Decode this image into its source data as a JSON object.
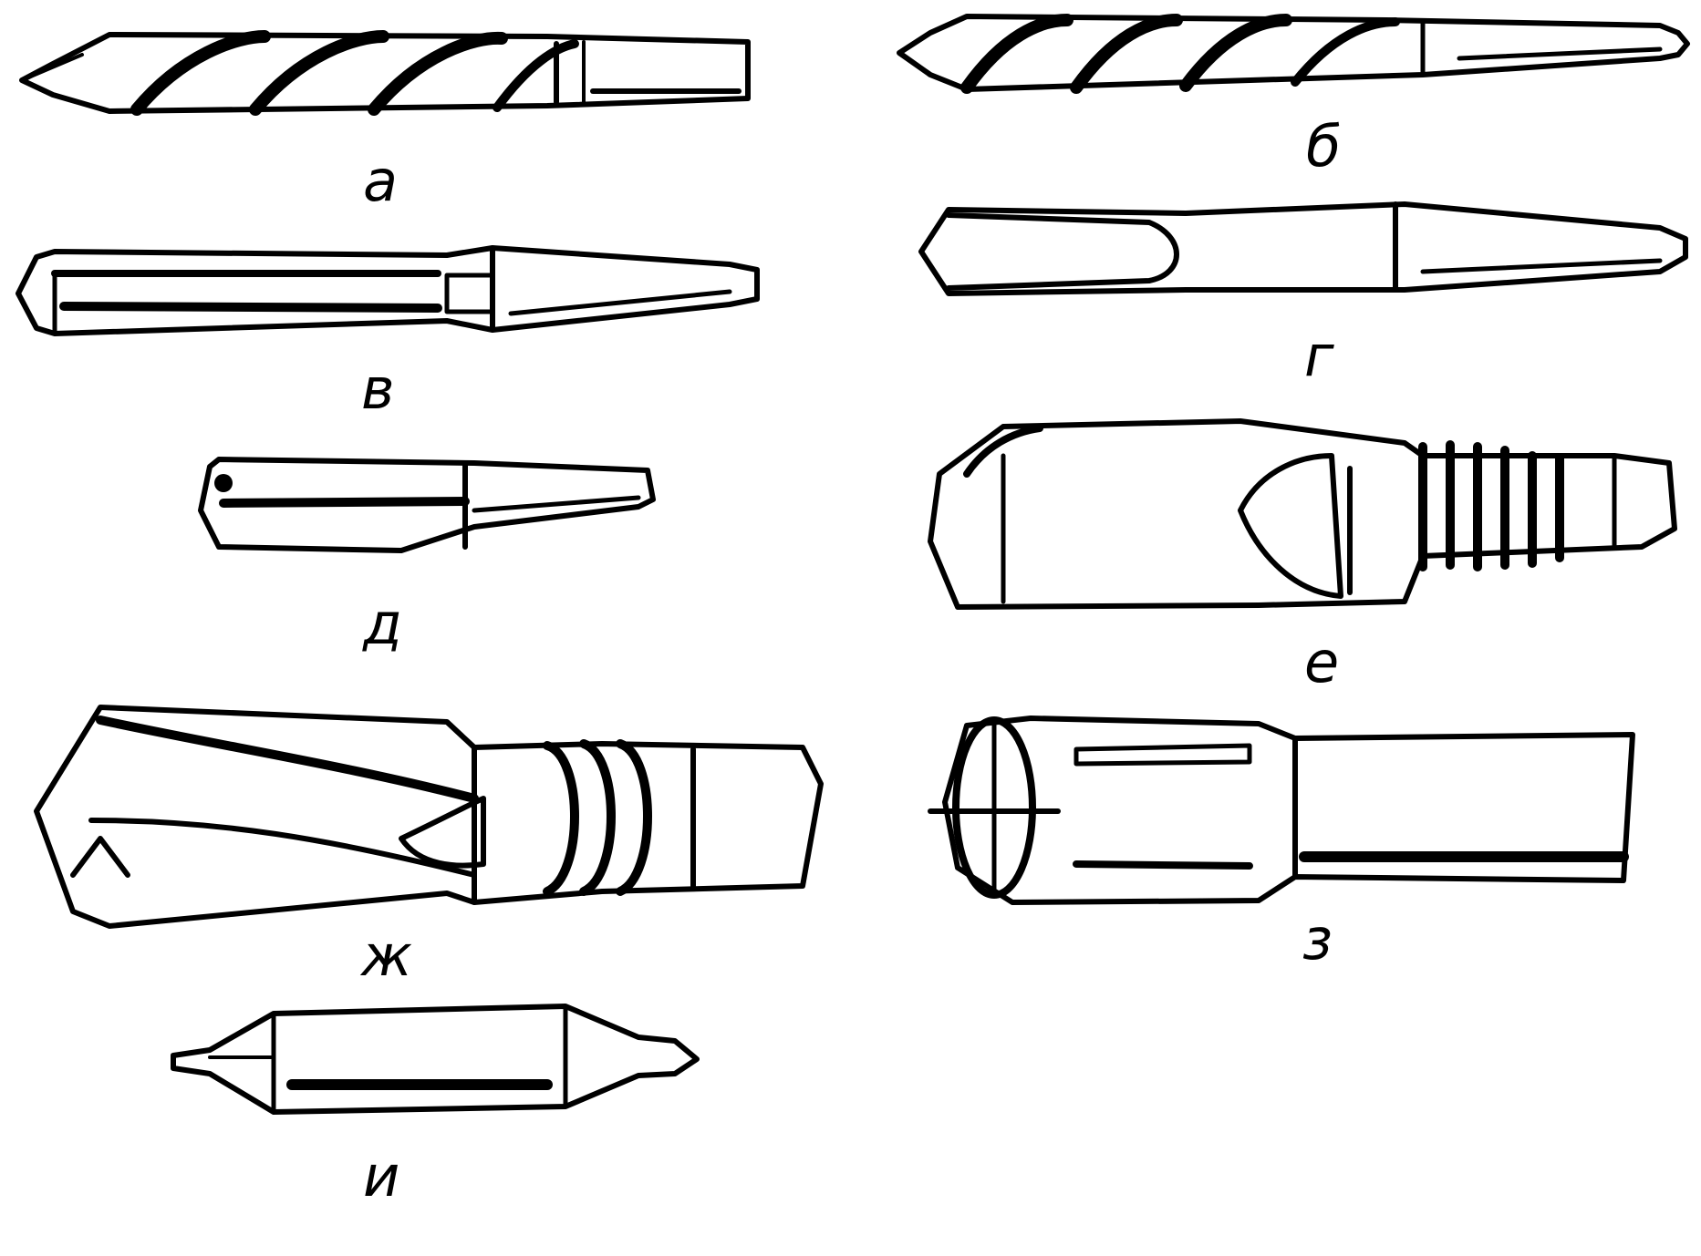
{
  "figure": {
    "labels": {
      "a": "а",
      "b": "б",
      "v": "в",
      "g": "г",
      "d": "д",
      "e": "е",
      "zh": "ж",
      "z": "з",
      "i": "и"
    }
  }
}
